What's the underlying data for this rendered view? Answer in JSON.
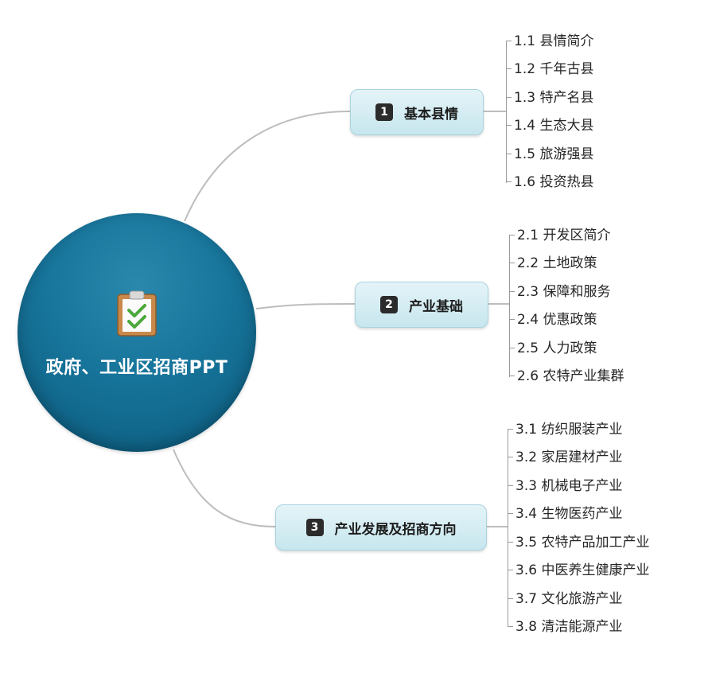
{
  "center": {
    "title": "政府、工业区招商PPT",
    "icon": "clipboard-check-icon",
    "color": "#17749a"
  },
  "branches": [
    {
      "number": "1",
      "label": "基本县情",
      "items": [
        "1.1 县情简介",
        "1.2 千年古县",
        "1.3 特产名县",
        "1.4 生态大县",
        "1.5 旅游强县",
        "1.6 投资热县"
      ]
    },
    {
      "number": "2",
      "label": "产业基础",
      "items": [
        "2.1 开发区简介",
        "2.2 土地政策",
        "2.3 保障和服务",
        "2.4 优惠政策",
        "2.5 人力政策",
        "2.6 农特产业集群"
      ]
    },
    {
      "number": "3",
      "label": "产业发展及招商方向",
      "items": [
        "3.1 纺织服装产业",
        "3.2 家居建材产业",
        "3.3 机械电子产业",
        "3.4 生物医药产业",
        "3.5 农特产品加工产业",
        "3.6 中医养生健康产业",
        "3.7 文化旅游产业",
        "3.8 清洁能源产业"
      ]
    }
  ]
}
